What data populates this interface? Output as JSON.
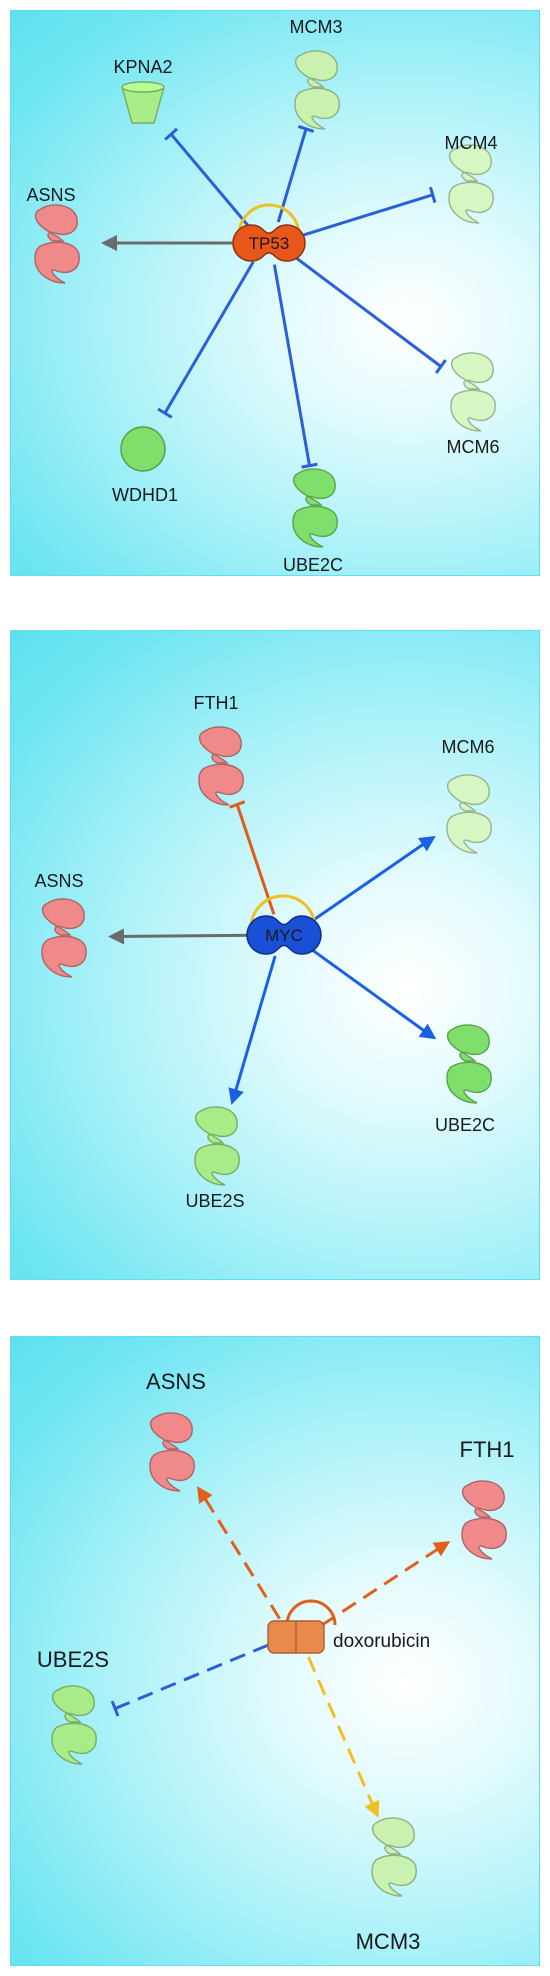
{
  "panels": [
    {
      "hub": {
        "label": "TP53",
        "shape": "dumbbell",
        "color": "#e8561a"
      },
      "nodes": [
        {
          "id": "KPNA2",
          "label": "KPNA2",
          "shape": "cup",
          "color": "#a8ec8a"
        },
        {
          "id": "MCM3",
          "label": "MCM3",
          "shape": "protein",
          "color": "#c9f2b0"
        },
        {
          "id": "MCM4",
          "label": "MCM4",
          "shape": "protein",
          "color": "#d6f6c4"
        },
        {
          "id": "ASNS",
          "label": "ASNS",
          "shape": "protein",
          "color": "#f08a8a"
        },
        {
          "id": "MCM6",
          "label": "MCM6",
          "shape": "protein",
          "color": "#d6f6c4"
        },
        {
          "id": "WDHD1",
          "label": "WDHD1",
          "shape": "circle",
          "color": "#7ee06a"
        },
        {
          "id": "UBE2C",
          "label": "UBE2C",
          "shape": "protein",
          "color": "#7ee06a"
        }
      ],
      "edges": [
        {
          "to": "KPNA2",
          "type": "inhibit",
          "color": "#2a5fd8",
          "dashed": false
        },
        {
          "to": "MCM3",
          "type": "inhibit",
          "color": "#2a5fd8",
          "dashed": false
        },
        {
          "to": "MCM4",
          "type": "inhibit",
          "color": "#2a5fd8",
          "dashed": false
        },
        {
          "to": "ASNS",
          "type": "activate",
          "color": "#6b6b6b",
          "dashed": false
        },
        {
          "to": "MCM6",
          "type": "inhibit",
          "color": "#2a5fd8",
          "dashed": false
        },
        {
          "to": "WDHD1",
          "type": "inhibit",
          "color": "#2a5fd8",
          "dashed": false
        },
        {
          "to": "UBE2C",
          "type": "inhibit",
          "color": "#2a5fd8",
          "dashed": false
        }
      ],
      "self_loop": {
        "color": "#f0c020",
        "arrow": false
      }
    },
    {
      "hub": {
        "label": "MYC",
        "shape": "dumbbell",
        "color": "#1a4fd8"
      },
      "nodes": [
        {
          "id": "FTH1",
          "label": "FTH1",
          "shape": "protein",
          "color": "#f08a8a"
        },
        {
          "id": "MCM6",
          "label": "MCM6",
          "shape": "protein",
          "color": "#d6f6c4"
        },
        {
          "id": "ASNS",
          "label": "ASNS",
          "shape": "protein",
          "color": "#f08a8a"
        },
        {
          "id": "UBE2C",
          "label": "UBE2C",
          "shape": "protein",
          "color": "#7ee06a"
        },
        {
          "id": "UBE2S",
          "label": "UBE2S",
          "shape": "protein",
          "color": "#a8ec8a"
        }
      ],
      "edges": [
        {
          "to": "FTH1",
          "type": "inhibit",
          "color": "#e05a1a",
          "dashed": false
        },
        {
          "to": "MCM6",
          "type": "activate",
          "color": "#1a5fe8",
          "dashed": false
        },
        {
          "to": "ASNS",
          "type": "activate",
          "color": "#6b6b6b",
          "dashed": false
        },
        {
          "to": "UBE2C",
          "type": "activate",
          "color": "#1a5fe8",
          "dashed": false
        },
        {
          "to": "UBE2S",
          "type": "activate",
          "color": "#1a5fe8",
          "dashed": false
        }
      ],
      "self_loop": {
        "color": "#f0c020",
        "arrow": false
      }
    },
    {
      "hub": {
        "label": "doxorubicin",
        "shape": "block",
        "color": "#ea8a4a"
      },
      "nodes": [
        {
          "id": "ASNS",
          "label": "ASNS",
          "shape": "protein",
          "color": "#f08a8a"
        },
        {
          "id": "FTH1",
          "label": "FTH1",
          "shape": "protein",
          "color": "#f08a8a"
        },
        {
          "id": "UBE2S",
          "label": "UBE2S",
          "shape": "protein",
          "color": "#a8ec8a"
        },
        {
          "id": "MCM3",
          "label": "MCM3",
          "shape": "protein",
          "color": "#c9f2b0"
        }
      ],
      "edges": [
        {
          "to": "ASNS",
          "type": "activate",
          "color": "#e0601a",
          "dashed": true
        },
        {
          "to": "FTH1",
          "type": "activate",
          "color": "#e0601a",
          "dashed": true
        },
        {
          "to": "UBE2S",
          "type": "inhibit",
          "color": "#2a5fd8",
          "dashed": true
        },
        {
          "to": "MCM3",
          "type": "activate",
          "color": "#f0c020",
          "dashed": true
        }
      ],
      "self_loop": {
        "color": "#e0601a",
        "arrow": true
      }
    }
  ]
}
